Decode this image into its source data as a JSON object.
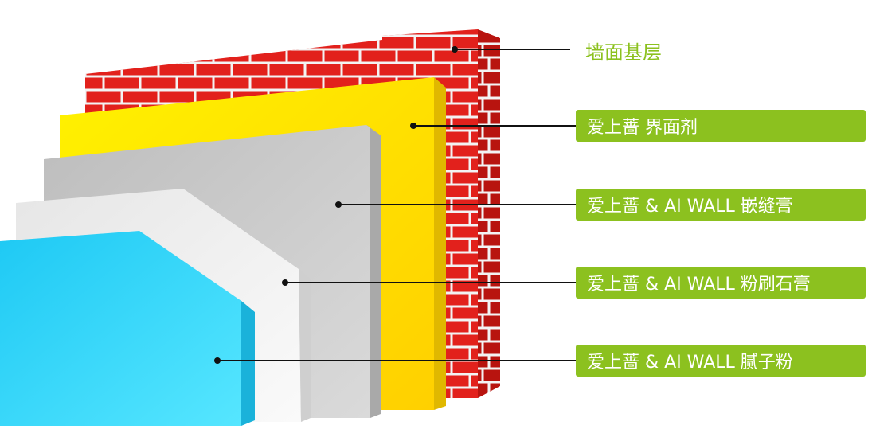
{
  "colors": {
    "brick": "#e2211c",
    "mortar": "#f2f2f2",
    "yellow": "#ffd800",
    "grey": "#c8c8c8",
    "white": "#efefef",
    "blue": "#35d6fb",
    "label_green": "#8cc11f"
  },
  "layers": [
    {
      "id": "wall-base",
      "label": "墙面基层"
    },
    {
      "id": "interface-agent",
      "label": "爱上蔷  界面剂"
    },
    {
      "id": "joint-plaster",
      "label": "爱上蔷  &  AI WALL 嵌缝膏"
    },
    {
      "id": "gypsum-plaster",
      "label": "爱上蔷  &  AI WALL 粉刷石膏"
    },
    {
      "id": "putty-powder",
      "label": "爱上蔷  &  AI WALL 腻子粉"
    }
  ]
}
